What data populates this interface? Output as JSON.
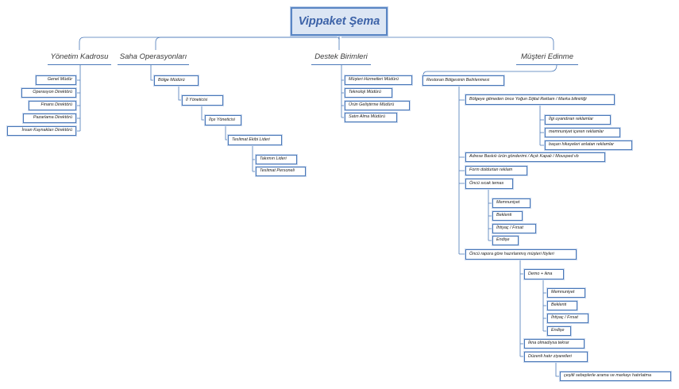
{
  "title": "Vippaket Şema",
  "branches": {
    "management": "Yönetim Kadrosu",
    "field_ops": "Saha Operasyonları",
    "support": "Destek Birimleri",
    "customer": "Müşteri Edinme"
  },
  "management_items": [
    "Genel Müdür",
    "Operasyon Direktörü",
    "Finans Direktörü",
    "Pazarlama Direktörü",
    "İnsan Kaynakları Direktörü"
  ],
  "field_chain": [
    "Bölge Müdürü",
    "İl Yöneticisi",
    "İlçe Yöneticisi",
    "Teslimat Ekibi Lideri"
  ],
  "field_leaves": [
    "Takımın Lideri",
    "Teslimat Personeli"
  ],
  "support_items": [
    "Müşteri Hizmetleri Müdürü",
    "Teknoloji Müdürü",
    "Ürün Geliştirme Müdürü",
    "Satın Alma Müdürü"
  ],
  "customer": {
    "region": "Restoran Bölgesinin Belirlenmesi",
    "digital_ad": "Bölgeye gitmeden önce Yoğun Dijital Reklam / Marka bilinirliği",
    "ad_items": [
      "İlgi uyandıran reklamlar",
      "memnuniyet içeren reklamlar",
      "başarı hikayeleri anlatan reklamlar"
    ],
    "mail": "Adrese Baskılı ürün gönderimi / Açık Kapalı / Mousped vb",
    "form": "Form doldurtan reklam",
    "warm": "Öncü sıcak temas",
    "warm_items": [
      "Memnuniyet",
      "Beklenti",
      "İhtiyaç / Fırsat",
      "Endişe"
    ],
    "files": "Öncü rapora göre hazırlanmış müşteri föyleri",
    "demo": "Demo + ikna",
    "demo_items": [
      "Memnuniyet",
      "Beklenti",
      "İhtiyaç / Fırsat",
      "Endişe"
    ],
    "retry": "İkna olmadıysa tekrar",
    "visits": "Düzenli hatır ziyaretleri",
    "visit_note": "çeşitli sebeplerle arama ve markayı hatırlatma"
  },
  "colors": {
    "line": "#4a78b8",
    "border": "#4a78b8",
    "root_fill": "#dce6f4",
    "root_text": "#3d63a8"
  }
}
